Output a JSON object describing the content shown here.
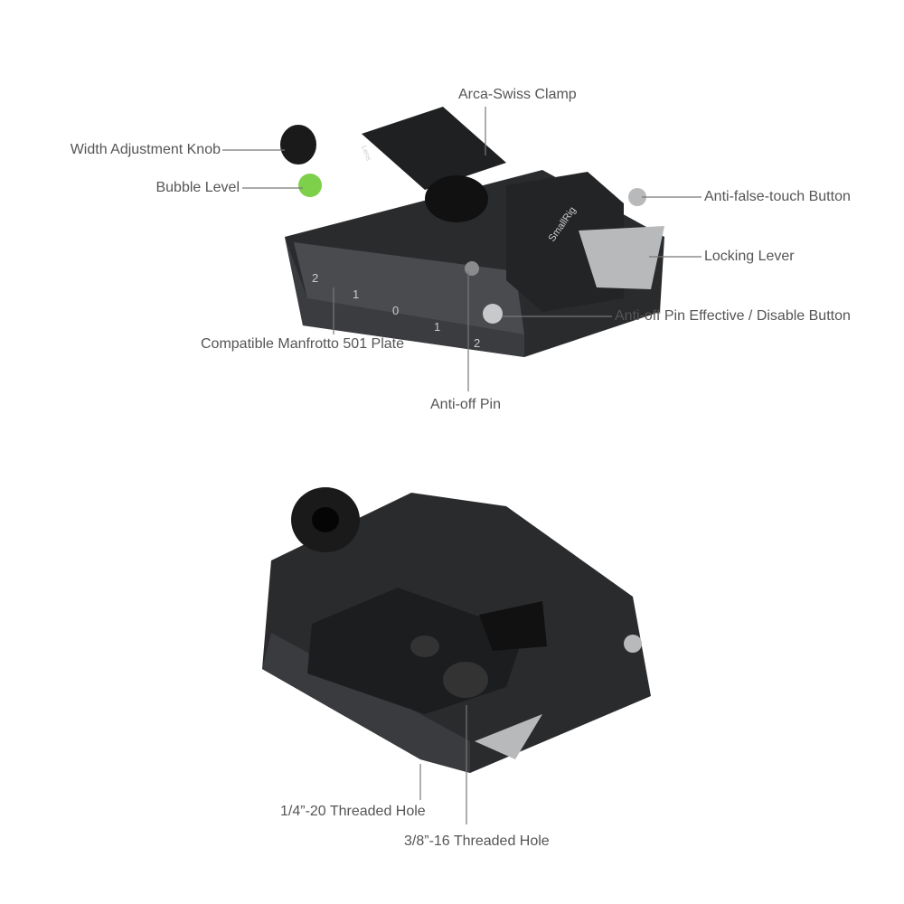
{
  "callouts": {
    "arca_swiss_clamp": "Arca-Swiss Clamp",
    "width_adjustment_knob": "Width Adjustment Knob",
    "bubble_level": "Bubble Level",
    "anti_false_touch_button": "Anti-false-touch Button",
    "locking_lever": "Locking Lever",
    "anti_off_pin_button": "Anti-off Pin Effective / Disable Button",
    "manfrotto_plate": "Compatible Manfrotto 501 Plate",
    "anti_off_pin": "Anti-off Pin",
    "quarter_inch_hole": "1/4”-20 Threaded Hole",
    "three_eighths_hole": "3/8”-16 Threaded Hole"
  },
  "product_markings": {
    "brand": "SmallRig",
    "clamp_arrow": "Lens",
    "scale": [
      "2",
      "1",
      "0",
      "1",
      "2"
    ]
  },
  "colors": {
    "body": "#2a2b2d",
    "bubble": "#7ed04a",
    "lever": "#b8b9bb",
    "text": "#555555"
  }
}
